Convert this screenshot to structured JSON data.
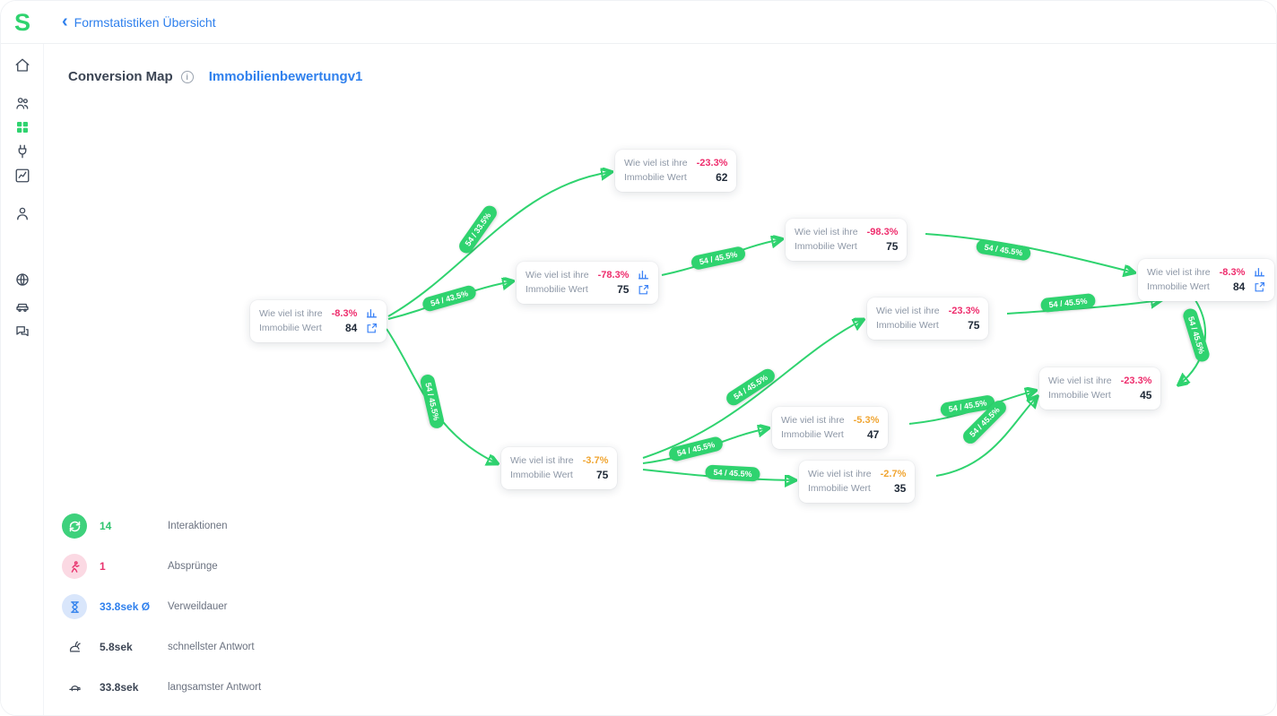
{
  "colors": {
    "accent_green": "#2fd36f",
    "link_blue": "#2f80ed",
    "negative_red": "#ee2c6c",
    "warning_orange": "#f0a531"
  },
  "header": {
    "logo": "S",
    "back_icon": "‹",
    "back_label": "Formstatistiken Übersicht"
  },
  "titlebar": {
    "title": "Conversion Map",
    "info_icon": "i",
    "form_name": "Immobilienbewertungv1"
  },
  "map": {
    "node_title_line1": "Wie viel ist ihre",
    "node_title_line2": "Immobilie Wert",
    "nodes": [
      {
        "badge": "-8.3%",
        "value": "84"
      },
      {
        "badge": "-23.3%",
        "value": "62"
      },
      {
        "badge": "-78.3%",
        "value": "75"
      },
      {
        "badge": "-98.3%",
        "value": "75"
      },
      {
        "badge": "-23.3%",
        "value": "75"
      },
      {
        "badge": "-8.3%",
        "value": "84"
      },
      {
        "badge": "-23.3%",
        "value": "45"
      },
      {
        "badge": "-5.3%",
        "value": "47"
      },
      {
        "badge": "-3.7%",
        "value": "75"
      },
      {
        "badge": "-2.7%",
        "value": "35"
      }
    ],
    "edge_labels": [
      "54 / 33.5%",
      "54 / 43.5%",
      "54 / 45.5%",
      "54 / 45.5%",
      "54 / 45.5%",
      "54 / 45.5%",
      "54 / 45.5%",
      "54 / 45.5%",
      "54 / 45.5%",
      "54 / 45.5%",
      "54 / 45.5%",
      "54 / 45.5%"
    ]
  },
  "legend": {
    "rows": [
      {
        "value": "14",
        "label": "Interaktionen"
      },
      {
        "value": "1",
        "label": "Absprünge"
      },
      {
        "value": "33.8sek Ø",
        "label": "Verweildauer"
      },
      {
        "value": "5.8sek",
        "label": "schnellster Antwort"
      },
      {
        "value": "33.8sek",
        "label": "langsamster Antwort"
      }
    ]
  }
}
